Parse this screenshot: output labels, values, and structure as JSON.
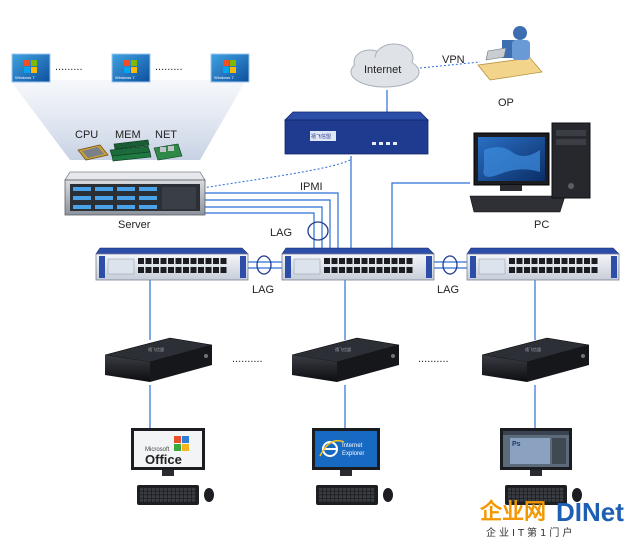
{
  "labels": {
    "internet": "Internet",
    "vpn": "VPN",
    "op": "OP",
    "cpu": "CPU",
    "mem": "MEM",
    "net": "NET",
    "server": "Server",
    "ipmi": "IPMI",
    "lag_top": "LAG",
    "lag_left": "LAG",
    "lag_right": "LAG",
    "pc": "PC",
    "vm_ellipsis_1": ".........",
    "vm_ellipsis_2": ".........",
    "tc_ellipsis_1": "..........",
    "tc_ellipsis_2": ".........."
  },
  "vm_tiles": [
    "Windows 7",
    "Windows 7",
    "Windows 7"
  ],
  "gateway_brand": "禧飞信盟",
  "thin_client_brand": "禧飞信盟",
  "monitors": [
    {
      "line1": "Microsoft",
      "line2": "Office"
    },
    {
      "line1": "Internet",
      "line2": "Explorer"
    },
    {
      "line1": "Ps",
      "line2": ""
    }
  ],
  "watermark": {
    "cn": "企业网",
    "en": "DINet",
    "sub": "企业IT第1门户"
  },
  "colors": {
    "device_blue": "#1f3b8f",
    "link_blue": "#2a6fd6",
    "logo_orange": "#f39800",
    "logo_blue": "#1e5fb4"
  }
}
